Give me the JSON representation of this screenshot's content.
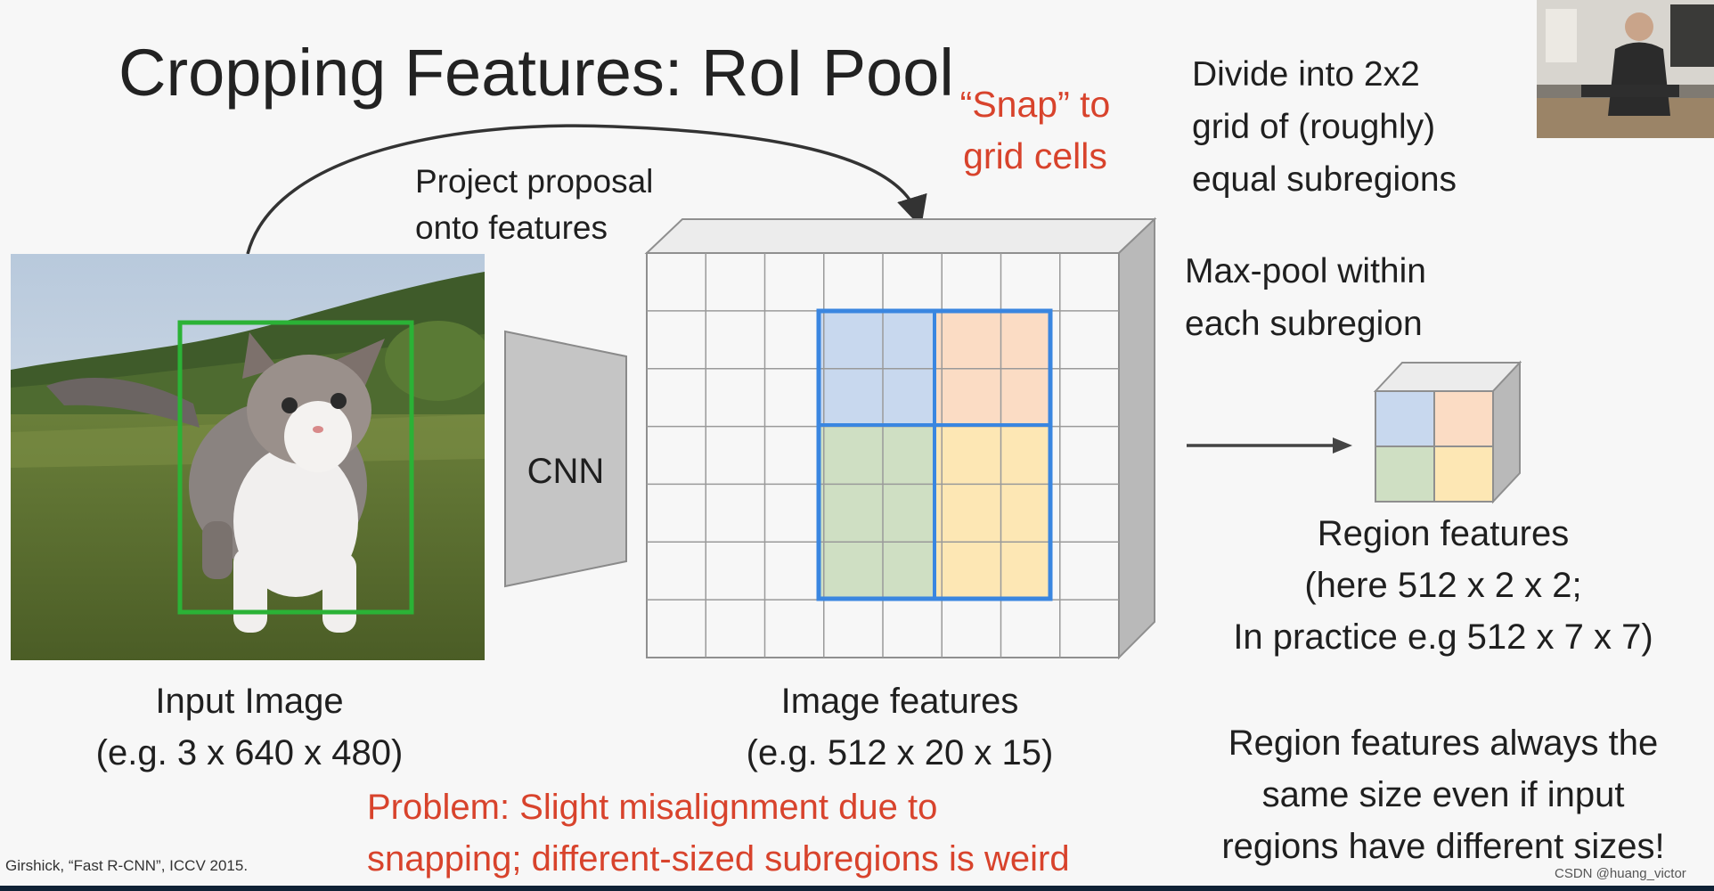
{
  "slide": {
    "title": "Cropping Features: RoI Pool",
    "project_label": [
      "Project proposal",
      "onto features"
    ],
    "snap_label": [
      "“Snap” to",
      "grid cells"
    ],
    "divide_label": [
      "Divide into 2x2",
      "grid of (roughly)",
      "equal subregions"
    ],
    "maxpool_label": [
      "Max-pool within",
      "each subregion"
    ],
    "cnn_label": "CNN",
    "input_caption": [
      "Input Image",
      "(e.g. 3 x 640 x 480)"
    ],
    "features_caption": [
      "Image features",
      "(e.g. 512 x 20 x 15)"
    ],
    "region_caption": [
      "Region features",
      "(here 512 x 2 x 2;",
      "In practice e.g 512 x 7 x 7)"
    ],
    "problem_text": [
      "Problem: Slight misalignment due to",
      "snapping; different-sized subregions is weird"
    ],
    "always_text": [
      "Region features always the",
      "same size even if input",
      "regions have different sizes!"
    ],
    "citation": "Girshick, “Fast R-CNN”, ICCV 2015.",
    "watermark": "CSDN @huang_victor"
  },
  "colors": {
    "accent_red": "#d8432c",
    "roi_green": "#2bb236",
    "snap_blue": "#3a86e0",
    "cell_blue": "#c8d8ee",
    "cell_orange": "#fbdcc4",
    "cell_green": "#cfdfc3",
    "cell_yellow": "#fde7b4"
  }
}
